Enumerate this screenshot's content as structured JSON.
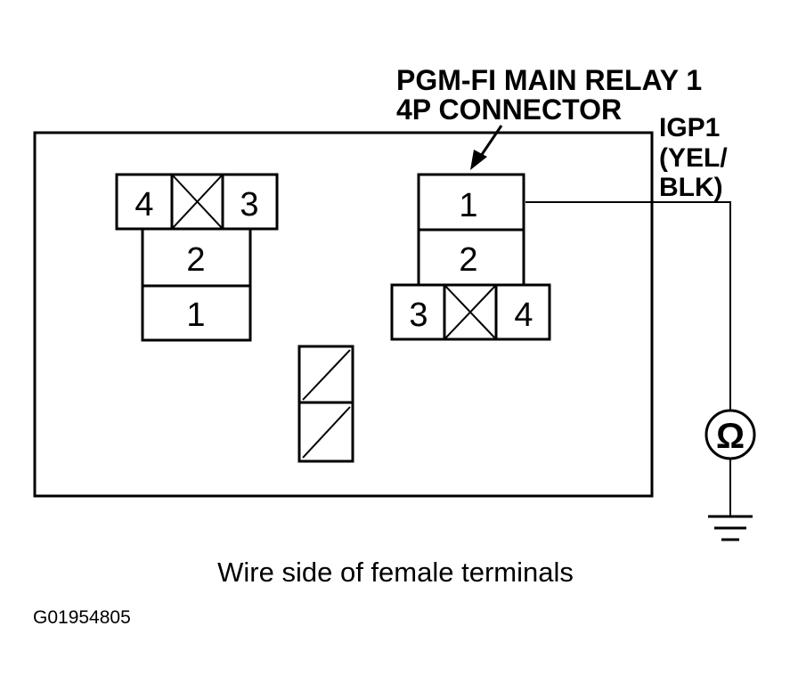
{
  "connector_title": {
    "line1": "PGM-FI MAIN RELAY 1",
    "line2": "4P CONNECTOR"
  },
  "wire": {
    "line1": "IGP1",
    "line2": "(YEL/",
    "line3": "BLK)"
  },
  "left_relay": {
    "top_left": "4",
    "top_right": "3",
    "middle": "2",
    "bottom": "1"
  },
  "right_relay": {
    "top": "1",
    "middle": "2",
    "bottom_left": "3",
    "bottom_right": "4"
  },
  "meter_symbol": "Ω",
  "caption": "Wire side of female terminals",
  "figure_code": "G01954805"
}
